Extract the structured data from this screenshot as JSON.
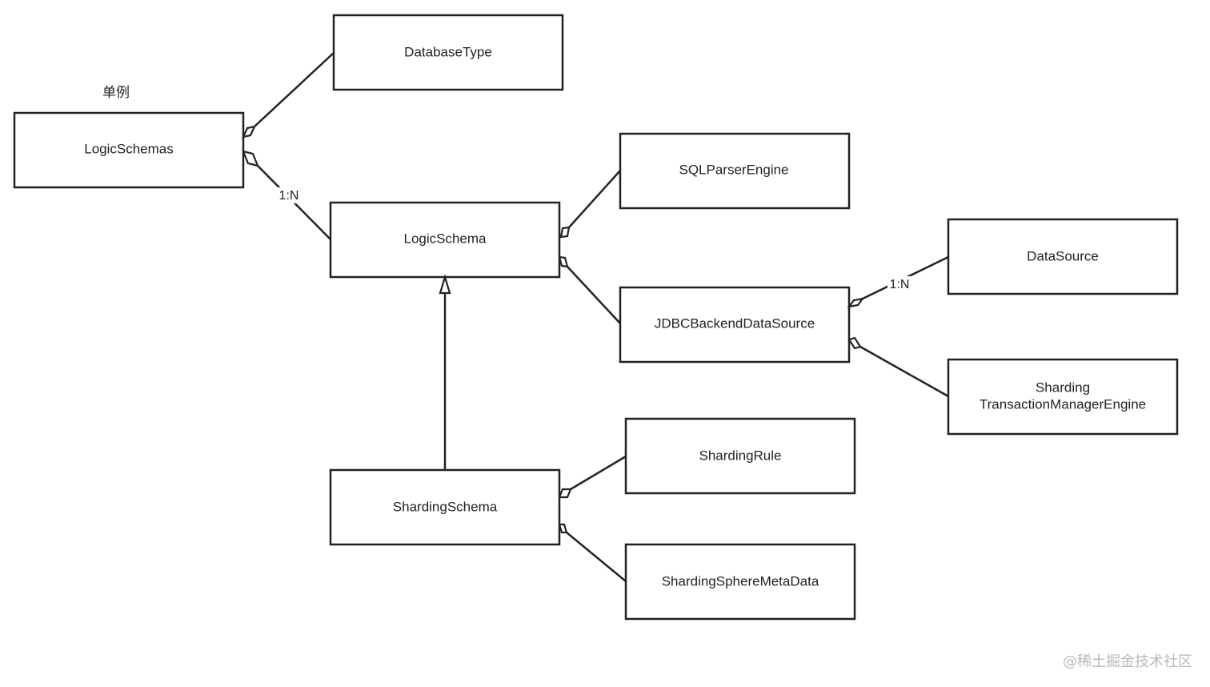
{
  "boxes": {
    "database_type": "DatabaseType",
    "logic_schemas": "LogicSchemas",
    "sql_parser_engine": "SQLParserEngine",
    "logic_schema": "LogicSchema",
    "data_source": "DataSource",
    "jdbc_backend_data_source": "JDBCBackendDataSource",
    "sharding_transaction_manager_engine": [
      "Sharding",
      "TransactionManagerEngine"
    ],
    "sharding_rule": "ShardingRule",
    "sharding_schema": "ShardingSchema",
    "sharding_sphere_meta_data": "ShardingSphereMetaData"
  },
  "labels": {
    "singleton_note": "单例",
    "mult_logic_schemas": "1:N",
    "mult_data_source": "1:N"
  },
  "watermark": "@稀土掘金技术社区",
  "colors": {
    "stroke": "#222222",
    "watermark": "#b8b8b8"
  }
}
